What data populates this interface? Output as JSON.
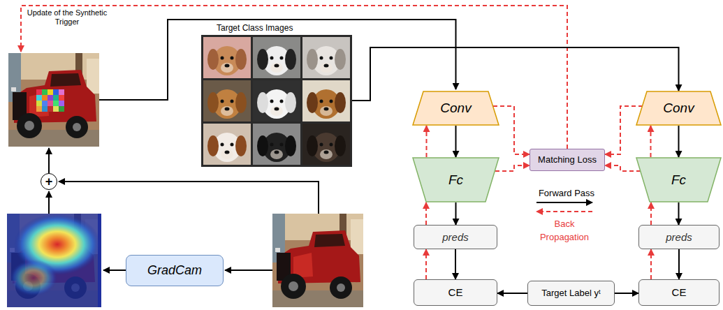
{
  "diagram": {
    "nodes": [
      {
        "text": [
          "Target Class Images"
        ]
      },
      {
        "text": [
          "Conv"
        ]
      },
      {
        "text": [
          "Conv"
        ]
      },
      {
        "text": [
          "Matching Loss"
        ]
      },
      {
        "text": [
          "Fc"
        ]
      },
      {
        "text": [
          "Fc"
        ]
      },
      {
        "text": [
          "+"
        ]
      },
      {
        "text": [
          "preds"
        ]
      },
      {
        "text": [
          "preds"
        ]
      },
      {
        "text": [
          "GradCam"
        ]
      },
      {
        "text": [
          "CE"
        ]
      },
      {
        "text": [
          "Target Label yᵗ"
        ]
      },
      {
        "text": [
          "CE"
        ]
      }
    ],
    "edges": [
      {
        "from": 0,
        "to": 2,
        "arrow": "to"
      },
      {
        "from": 1,
        "to": 4,
        "arrow": "to"
      },
      {
        "from": 4,
        "to": 7,
        "arrow": "to"
      },
      {
        "from": 7,
        "to": 10,
        "arrow": "to"
      },
      {
        "from": 10,
        "to": 7,
        "arrow": "to"
      },
      {
        "from": 7,
        "to": 4,
        "arrow": "to"
      },
      {
        "from": 4,
        "to": 1,
        "arrow": "to"
      },
      {
        "from": 2,
        "to": 5,
        "arrow": "to"
      },
      {
        "from": 5,
        "to": 8,
        "arrow": "to"
      },
      {
        "from": 8,
        "to": 12,
        "arrow": "to"
      },
      {
        "from": 12,
        "to": 8,
        "arrow": "to"
      },
      {
        "from": 8,
        "to": 5,
        "arrow": "to"
      },
      {
        "from": 5,
        "to": 2,
        "arrow": "to"
      },
      {
        "from": 1,
        "to": 3,
        "arrow": "to"
      },
      {
        "from": 4,
        "to": 3,
        "arrow": "to"
      },
      {
        "from": 2,
        "to": 3,
        "arrow": "to"
      },
      {
        "from": 5,
        "to": 3,
        "arrow": "to"
      },
      {
        "from": 11,
        "to": 10,
        "arrow": "to"
      },
      {
        "from": 11,
        "to": 12,
        "arrow": "to"
      }
    ],
    "labels": [
      "Update of the Synthetic Trigger"
    ],
    "legend": [
      {
        "text": "Forward Pass"
      },
      {
        "text": "Back Propagation"
      }
    ]
  }
}
